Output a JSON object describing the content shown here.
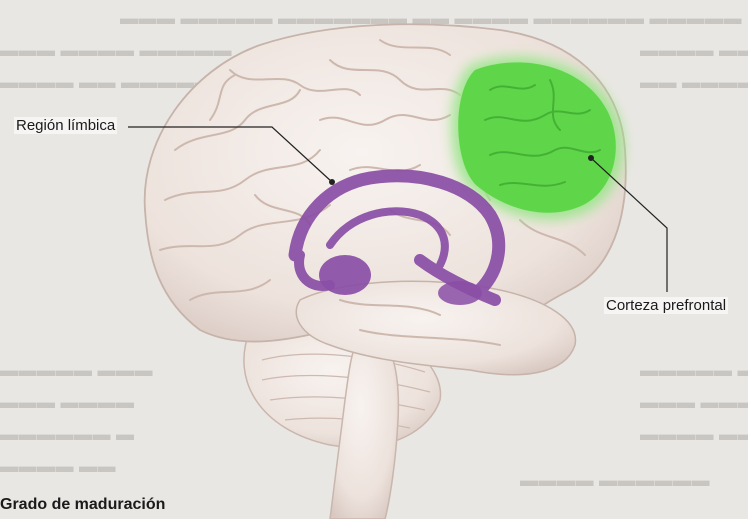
{
  "labels": {
    "limbic_region": "Región límbica",
    "prefrontal_cortex": "Corteza prefrontal"
  },
  "caption": "Grado de maduración",
  "colors": {
    "prefrontal_highlight": "#5fd64a",
    "limbic_highlight": "#8a4ea6",
    "brain_tissue": "#f1e9e4",
    "page_background": "#e9e7e3"
  }
}
